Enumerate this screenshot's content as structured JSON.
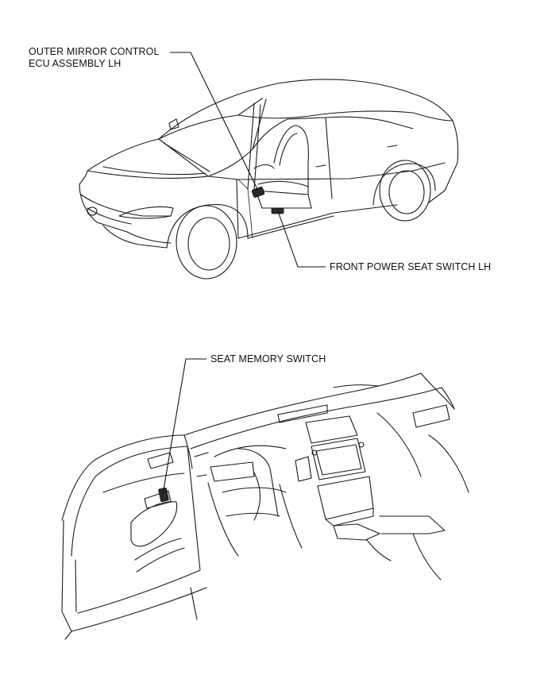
{
  "callouts": {
    "outer_mirror_line1": "OUTER MIRROR CONTROL",
    "outer_mirror_line2": "ECU ASSEMBLY LH",
    "front_power_seat": "FRONT POWER SEAT SWITCH LH",
    "seat_memory": "SEAT MEMORY SWITCH"
  },
  "views": [
    "car-exterior-view",
    "dashboard-interior-view"
  ]
}
